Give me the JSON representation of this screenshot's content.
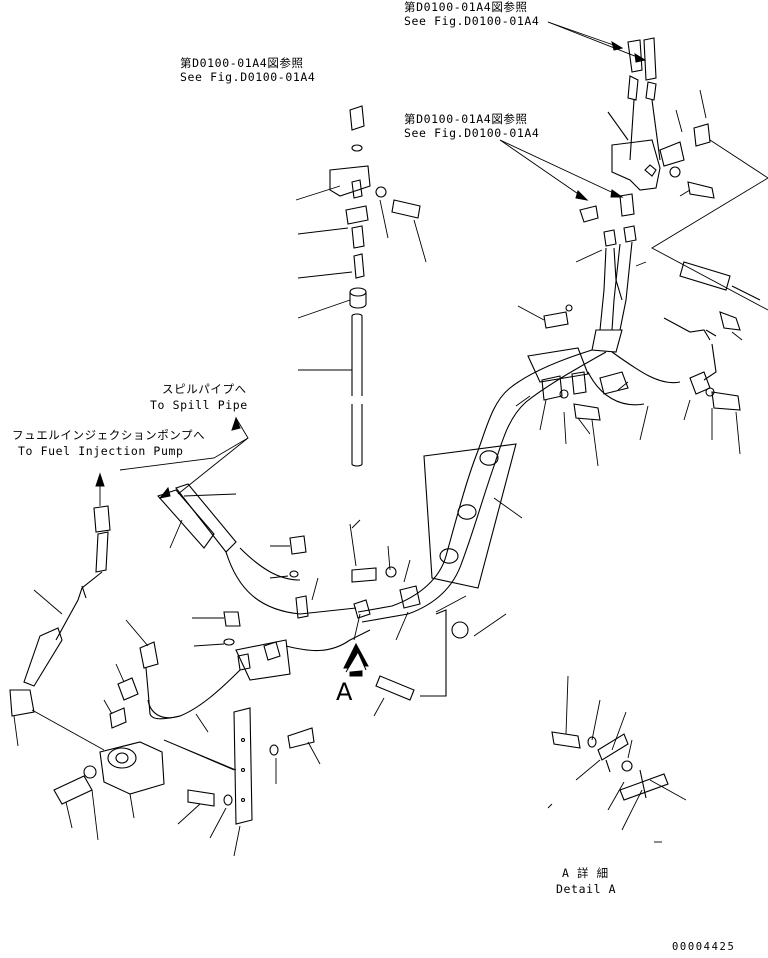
{
  "references": [
    {
      "jp": "第D0100-01A4図参照",
      "en": "See Fig.D0100-01A4"
    },
    {
      "jp": "第D0100-01A4図参照",
      "en": "See Fig.D0100-01A4"
    },
    {
      "jp": "第D0100-01A4図参照",
      "en": "See Fig.D0100-01A4"
    }
  ],
  "destinations": {
    "spill_jp": "スピルパイプへ",
    "spill_en": "To Spill Pipe",
    "pump_jp": "フュエルインジェクションポンプへ",
    "pump_en": "To Fuel Injection Pump"
  },
  "view_marker": "A",
  "detail": {
    "jp": "A 詳 細",
    "en": "Detail A"
  },
  "drawing_number": "00004425",
  "icons": [
    "view-direction-arrow-icon",
    "flow-arrow-icon"
  ]
}
